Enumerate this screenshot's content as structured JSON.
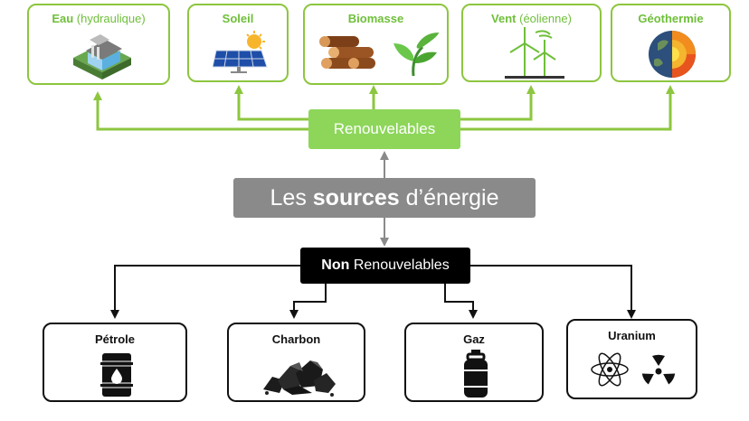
{
  "center": {
    "title_pre": "Les ",
    "title_bold": "sources",
    "title_post": " d’énergie"
  },
  "renewable": {
    "label": "Renouvelables",
    "sources": [
      {
        "name": "Eau",
        "detail": " (hydraulique)",
        "icon": "hydro-dam-icon"
      },
      {
        "name": "Soleil",
        "detail": "",
        "icon": "solar-panel-icon"
      },
      {
        "name": "Biomasse",
        "detail": "",
        "icon": "logs-and-leaves-icon"
      },
      {
        "name": "Vent",
        "detail": " (éolienne)",
        "icon": "wind-turbine-icon"
      },
      {
        "name": "Géothermie",
        "detail": "",
        "icon": "earth-core-icon"
      }
    ]
  },
  "non_renewable": {
    "label_bold": "Non",
    "label_rest": " Renouvelables",
    "sources": [
      {
        "name": "Pétrole",
        "icon": "oil-barrel-icon"
      },
      {
        "name": "Charbon",
        "icon": "coal-pile-icon"
      },
      {
        "name": "Gaz",
        "icon": "gas-cylinder-icon"
      },
      {
        "name": "Uranium",
        "icon": "atom-radiation-icon"
      }
    ]
  },
  "colors": {
    "green": "#8dc63f",
    "green_fill": "#8dd65a",
    "grey": "#8a8a8a",
    "black": "#000000"
  }
}
